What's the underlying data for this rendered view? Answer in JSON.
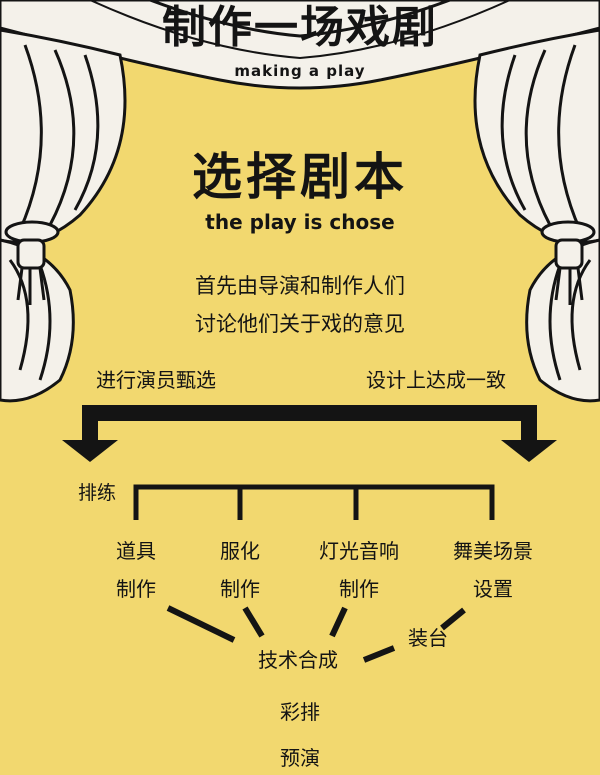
{
  "header": {
    "title_zh": "制作一场戏剧",
    "title_en": "making a play"
  },
  "section": {
    "title_zh": "选择剧本",
    "title_en": "the play is chose"
  },
  "intro": {
    "line1": "首先由导演和制作人们",
    "line2": "讨论他们关于戏的意见"
  },
  "branches": {
    "left": "进行演员甄选",
    "right": "设计上达成一致"
  },
  "flow": {
    "rehearsal": "排练",
    "items": [
      {
        "line1": "道具",
        "line2": "制作"
      },
      {
        "line1": "服化",
        "line2": "制作"
      },
      {
        "line1": "灯光音响",
        "line2": "制作"
      },
      {
        "line1": "舞美场景",
        "line2": "设置"
      }
    ],
    "install": "装台",
    "tech": "技术合成",
    "dress": "彩排",
    "preview": "预演"
  },
  "colors": {
    "background": "#f2d86f",
    "ink": "#141414",
    "curtain": "#f4f1ea"
  }
}
